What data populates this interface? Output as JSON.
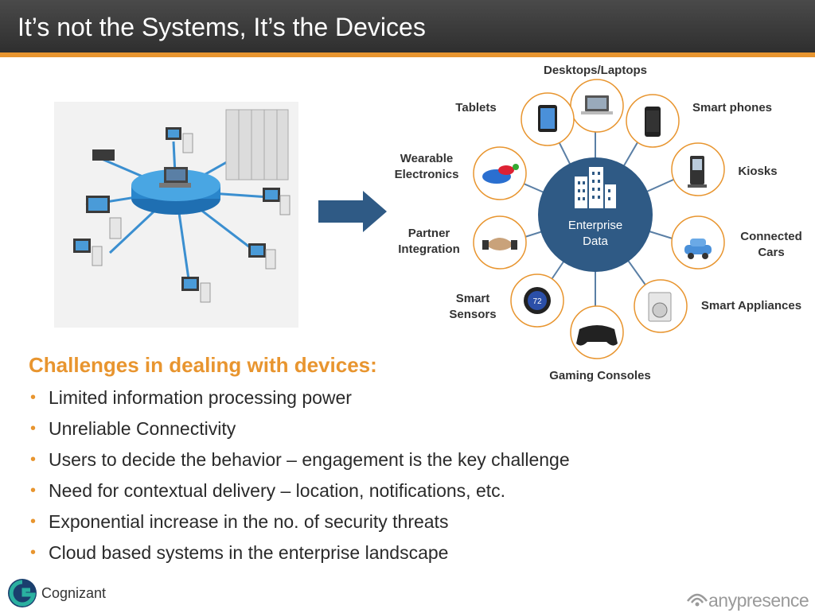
{
  "slide": {
    "title": "It’s not the Systems, It’s the Devices"
  },
  "hub": {
    "line1": "Enterprise",
    "line2": "Data"
  },
  "devices": {
    "desktops": "Desktops/Laptops",
    "tablets": "Tablets",
    "smartphones": "Smart phones",
    "wearable_1": "Wearable",
    "wearable_2": "Electronics",
    "kiosks": "Kiosks",
    "partner_1": "Partner",
    "partner_2": "Integration",
    "cars_1": "Connected",
    "cars_2": "Cars",
    "sensors_1": "Smart",
    "sensors_2": "Sensors",
    "thermostat_reading": "72",
    "appliances": "Smart Appliances",
    "gaming": "Gaming Consoles"
  },
  "challenges": {
    "heading": "Challenges in dealing with devices:",
    "items": [
      "Limited information processing power",
      "Unreliable Connectivity",
      "Users to decide the behavior – engagement is the key challenge",
      "Need for contextual delivery – location, notifications, etc.",
      "Exponential increase in the no. of security threats",
      "Cloud based systems in the enterprise landscape"
    ]
  },
  "footer": {
    "left_logo": "Cognizant",
    "right_logo": "anypresence"
  },
  "colors": {
    "accent": "#e8952f",
    "hub": "#2f5a85",
    "title_bar": "#3a3a3a",
    "arrow": "#2f5a85"
  }
}
